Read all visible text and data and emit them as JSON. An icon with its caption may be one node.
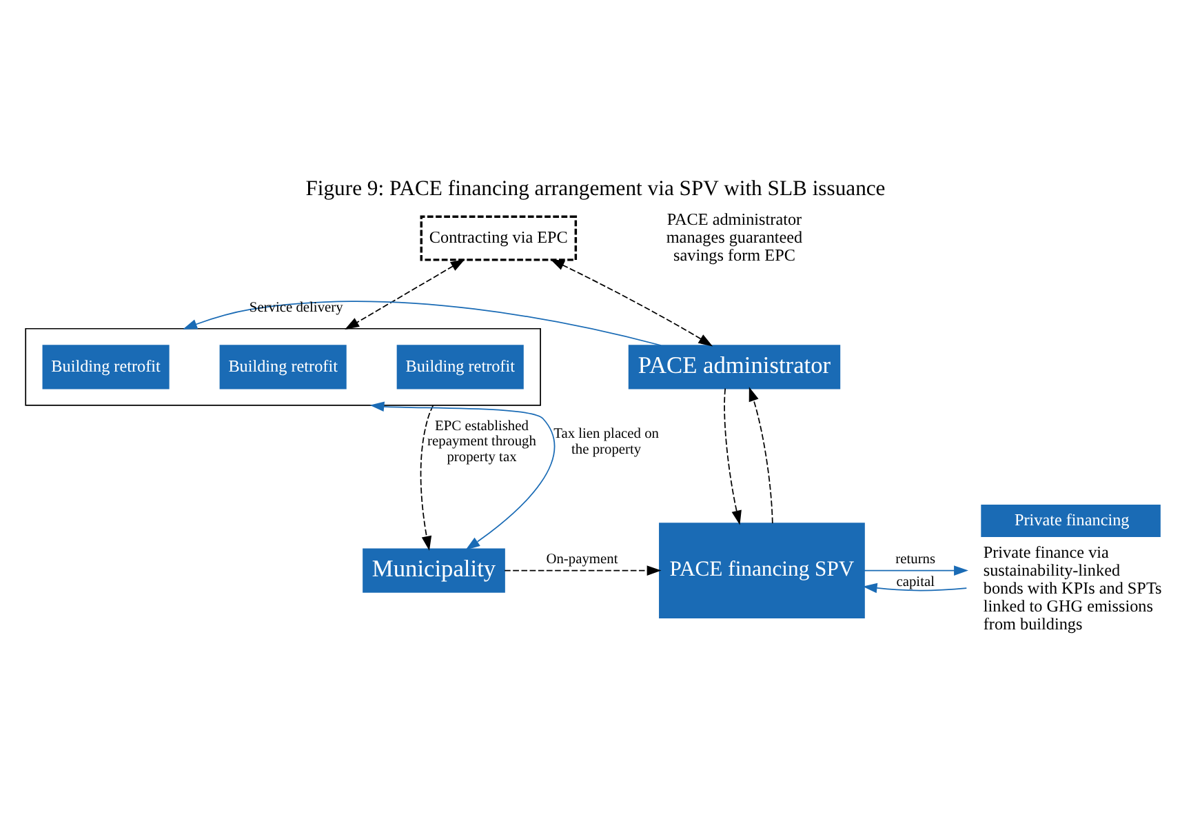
{
  "diagram": {
    "title": "Figure 9: PACE financing arrangement via SPV with SLB issuance",
    "nodes": [
      {
        "text": [
          "Contracting via EPC"
        ]
      },
      {
        "text": [],
        "shape": "box"
      },
      {
        "text": [
          "Building retrofit"
        ],
        "in": 1
      },
      {
        "text": [
          "Building retrofit"
        ],
        "in": 1
      },
      {
        "text": [
          "Building retrofit"
        ],
        "in": 1
      },
      {
        "text": [
          "PACE administrator"
        ]
      },
      {
        "text": [
          "PACE financing SPV"
        ]
      },
      {
        "text": [
          "Private financing"
        ],
        "beside": [
          "Private finance via sustainability-linked bonds with KPIs and SPTs linked to GHG emissions from buildings"
        ]
      },
      {
        "text": [
          "Municipality"
        ]
      }
    ],
    "edges": [
      {
        "from": 5,
        "to": 0,
        "arrow": "both",
        "style": "dashed"
      },
      {
        "from": 0,
        "to": 1,
        "arrow": "both",
        "style": "dashed"
      },
      {
        "from": 5,
        "to": 1,
        "arrow": "to",
        "label": "Service delivery",
        "color": "#1a6bb5"
      },
      {
        "from": 6,
        "to": 5,
        "arrow": "to",
        "style": "dashed"
      },
      {
        "from": 5,
        "to": 6,
        "arrow": "to",
        "style": "dashed"
      },
      {
        "from": 7,
        "to": 6,
        "arrow": "to",
        "label": "capital",
        "color": "#1a6bb5"
      },
      {
        "from": 6,
        "to": 7,
        "arrow": "to",
        "label": "returns",
        "color": "#1a6bb5"
      },
      {
        "from": 1,
        "to": 8,
        "arrow": "to",
        "style": "dashed",
        "label": "EPC established repayment through property tax"
      },
      {
        "from": 8,
        "to": 1,
        "arrow": "both",
        "label": "Tax lien placed on the property",
        "color": "#1a6bb5"
      },
      {
        "from": 8,
        "to": 6,
        "arrow": "to",
        "style": "dashed",
        "label": "On-payment"
      }
    ],
    "labels": [
      "PACE administrator manages guaranteed savings form EPC"
    ]
  }
}
